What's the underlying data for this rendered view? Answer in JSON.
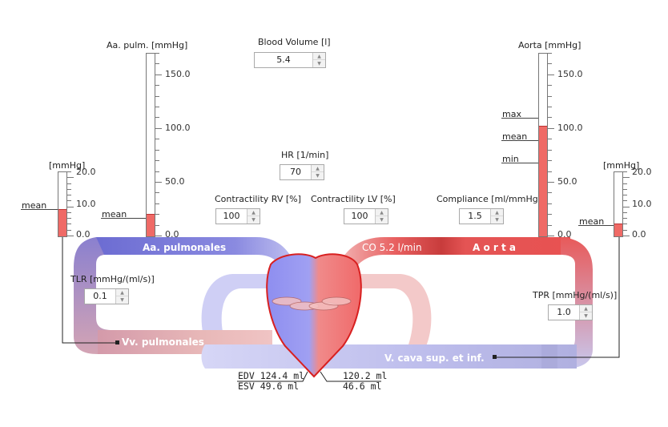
{
  "controls": {
    "blood_volume": {
      "label": "Blood Volume [l]",
      "value": "5.4"
    },
    "hr": {
      "label": "HR [1/min]",
      "value": "70"
    },
    "contractility_rv": {
      "label": "Contractility RV [%]",
      "value": "100"
    },
    "contractility_lv": {
      "label": "Contractility LV [%]",
      "value": "100"
    },
    "compliance": {
      "label": "Compliance [ml/mmHg]",
      "value": "1.5"
    },
    "tlr": {
      "label": "TLR [mmHg/(ml/s)]",
      "value": "0.1"
    },
    "tpr": {
      "label": "TPR [mmHg/(ml/s)]",
      "value": "1.0"
    }
  },
  "gauges": {
    "pulm_artery": {
      "title": "Aa. pulm. [mmHg]",
      "ticks": [
        "150.0",
        "100.0",
        "50.0",
        "0.0"
      ],
      "marker_mean": "mean",
      "mean_value": 20,
      "max": 170
    },
    "aorta": {
      "title": "Aorta [mmHg]",
      "ticks": [
        "150.0",
        "100.0",
        "50.0",
        "0.0"
      ],
      "marker_max": "max",
      "marker_mean": "mean",
      "marker_min": "min",
      "mean_value": 102,
      "max": 170
    },
    "pulm_vein": {
      "title": "[mmHg]",
      "ticks": [
        "20.0",
        "10.0",
        "0.0"
      ],
      "marker_mean": "mean",
      "mean_value": 9,
      "max": 22
    },
    "vena_cava": {
      "title": "[mmHg]",
      "ticks": [
        "20.0",
        "10.0",
        "0.0"
      ],
      "marker_mean": "mean",
      "mean_value": 4,
      "max": 22
    }
  },
  "vessels": {
    "aa_pulmonales": "Aa. pulmonales",
    "aorta": "A o r t a",
    "co": "CO 5.2 l/min",
    "vv_pulmonales": "Vv. pulmonales",
    "v_cava": "V. cava sup. et inf."
  },
  "heart": {
    "rv_edv": "EDV 124.4 ml",
    "rv_esv": "ESV 49.6 ml",
    "lv_edv": "120.2 ml",
    "lv_esv": "46.6 ml"
  },
  "colors": {
    "artery_red": "#e04848",
    "vein_blue": "#7a7ad8",
    "gauge_fill": "#ef6a66"
  }
}
